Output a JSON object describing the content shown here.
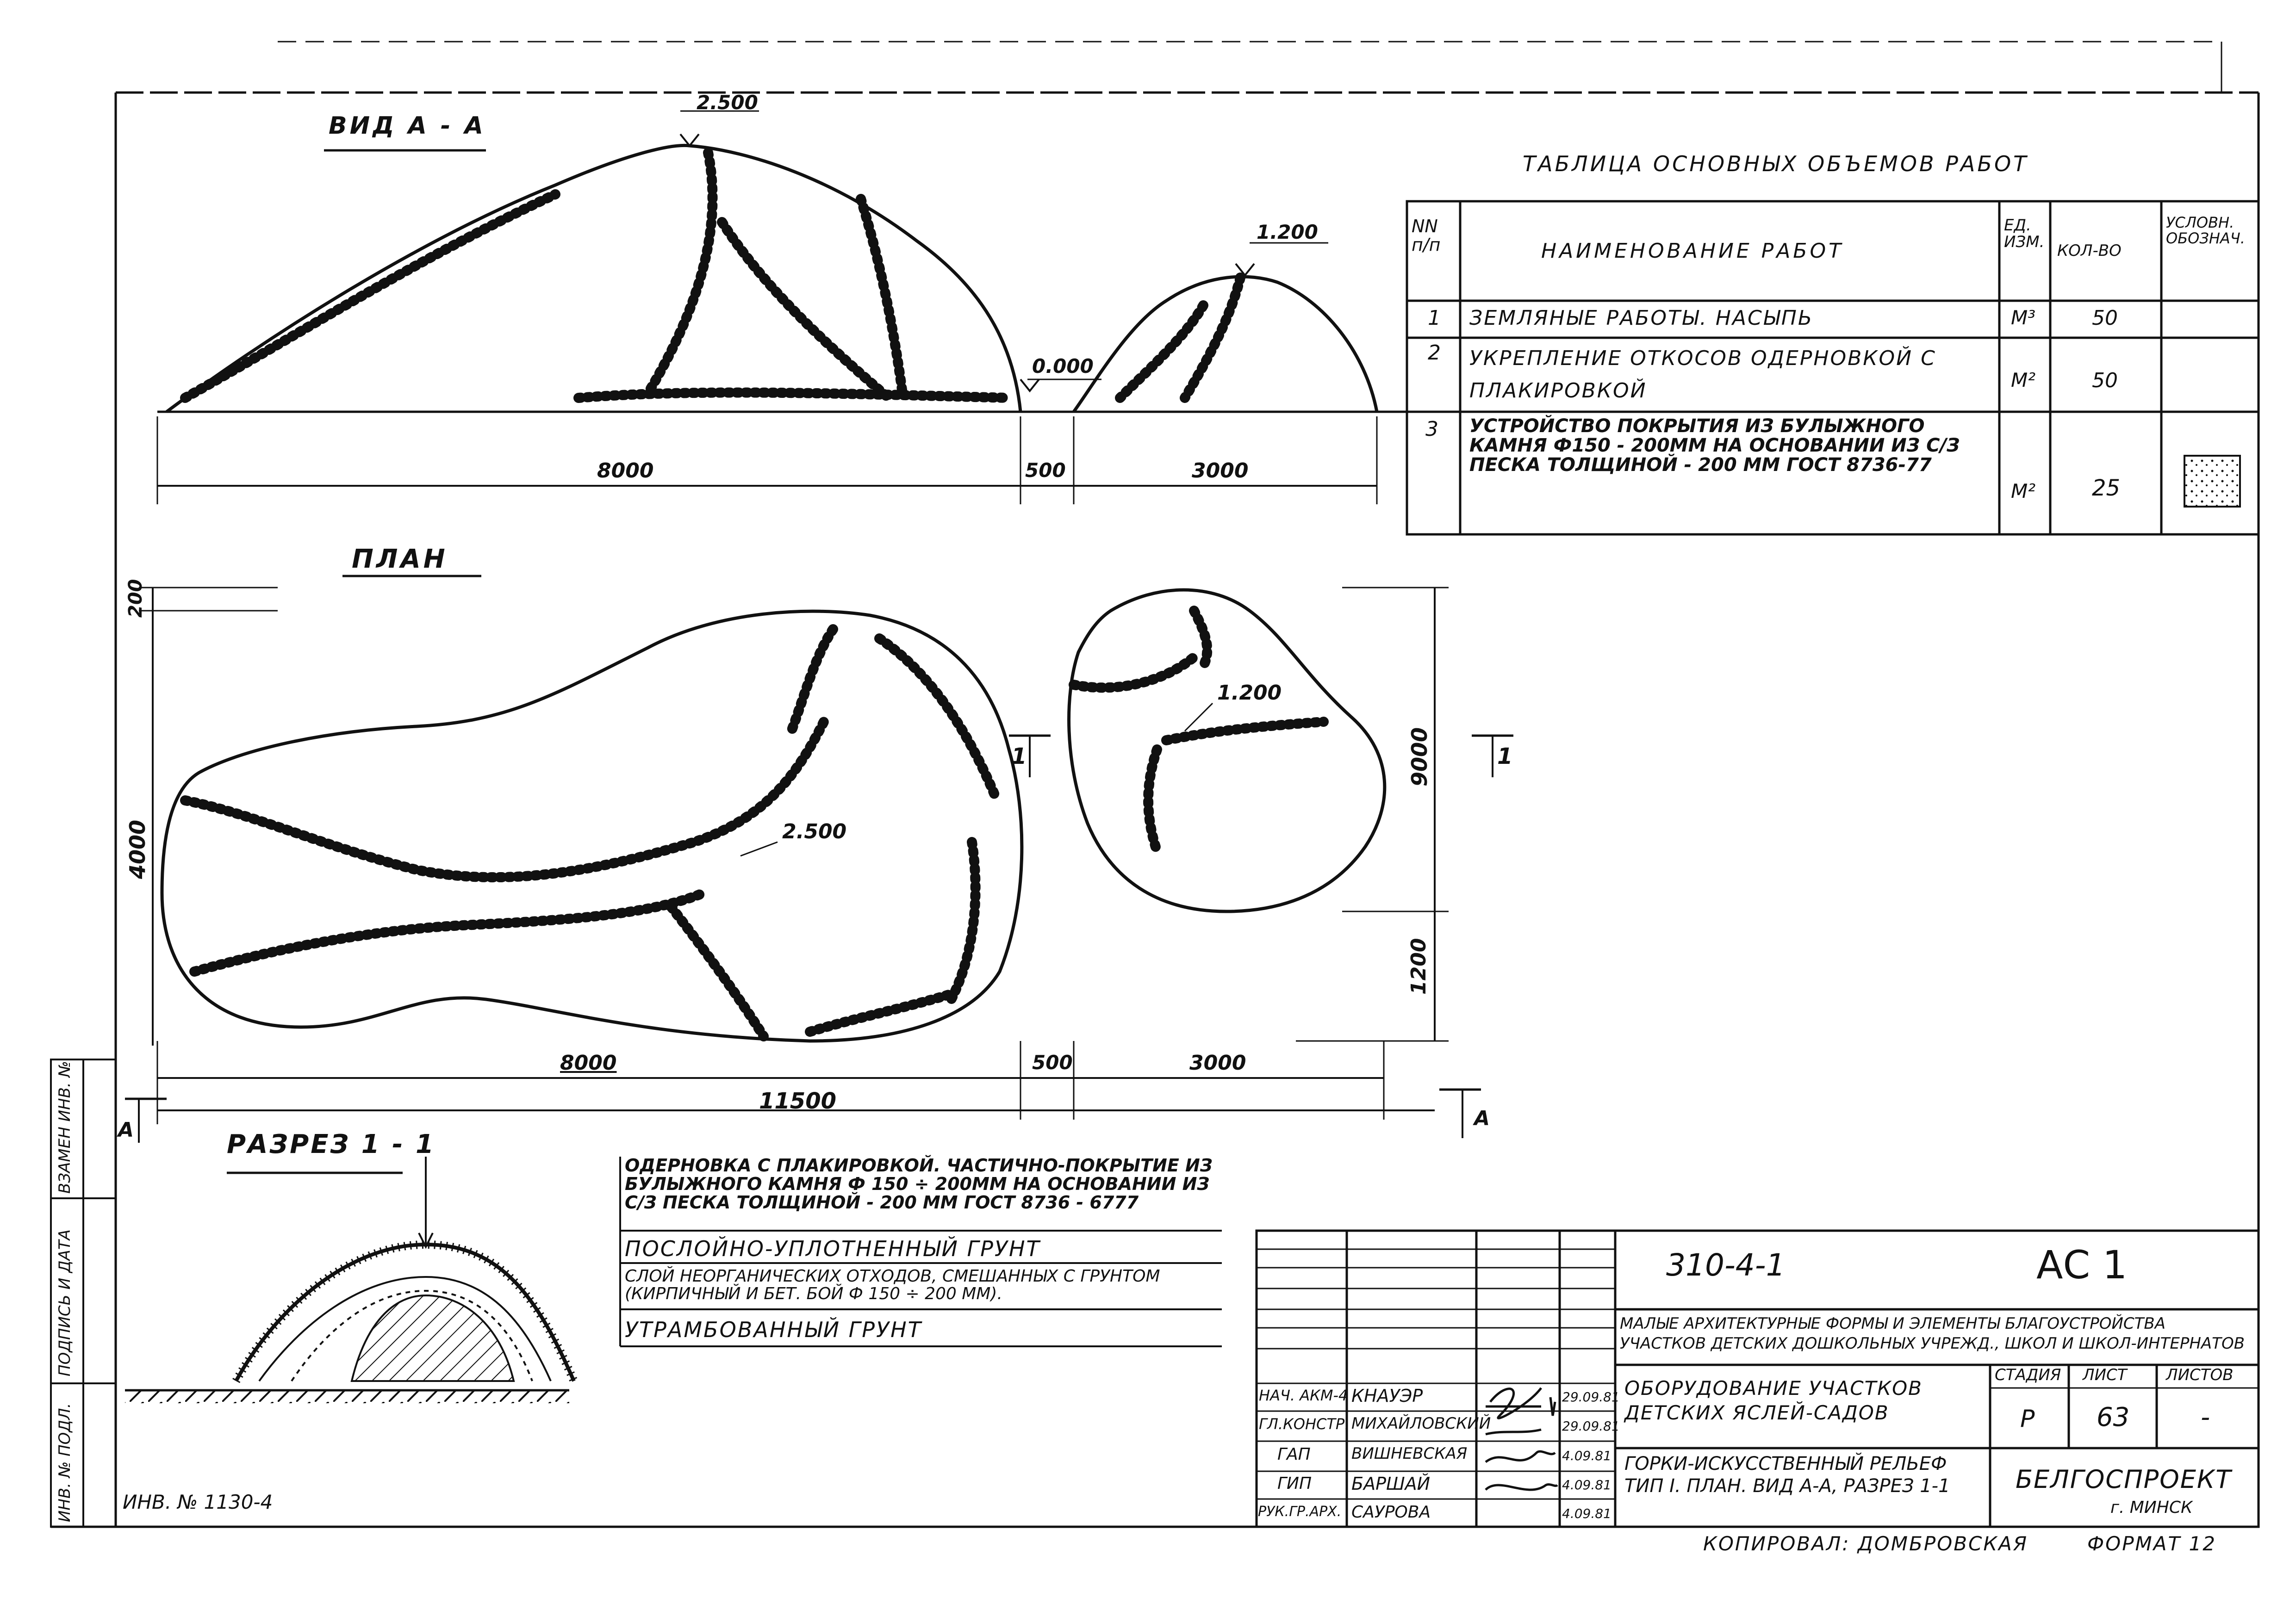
{
  "view_title": "ВИД А - А",
  "plan_title": "ПЛАН",
  "section_title": "РАЗРЕЗ 1 - 1",
  "view_dims": {
    "peak_big": "2.500",
    "peak_small": "1.200",
    "ground": "0.000",
    "len_big": "8000",
    "gap": "500",
    "len_small": "3000"
  },
  "plan_dims": {
    "offset_top": "200",
    "width_big": "4000",
    "peak_big": "2.500",
    "peak_small": "1.200",
    "width_small": "9000",
    "offset_small": "1200",
    "len_big": "8000",
    "gap": "500",
    "len_small": "3000",
    "total": "11500",
    "cut_1": "1",
    "cut_a": "А"
  },
  "volumes_table": {
    "title": "ТАБЛИЦА ОСНОВНЫХ ОБЪЕМОВ РАБОТ",
    "headers": [
      "NN п/п",
      "НАИМЕНОВАНИЕ РАБОТ",
      "ЕД. ИЗМ.",
      "КОЛ-ВО",
      "УСЛОВН. ОБОЗНАЧ."
    ],
    "rows": [
      {
        "num": "1",
        "name": "ЗЕМЛЯНЫЕ РАБОТЫ. НАСЫПЬ",
        "unit": "М³",
        "qty": "50"
      },
      {
        "num": "2",
        "name": "УКРЕПЛЕНИЕ ОТКОСОВ ОДЕРНОВКОЙ С ПЛАКИРОВКОЙ",
        "unit": "М²",
        "qty": "50"
      },
      {
        "num": "3",
        "name": "УСТРОЙСТВО ПОКРЫТИЯ ИЗ БУЛЫЖНОГО КАМНЯ Ф150 - 200ММ НА ОСНОВАНИИ ИЗ С/З ПЕСКА ТОЛЩИНОЙ - 200 ММ ГОСТ 8736-77",
        "unit": "М²",
        "qty": "25"
      }
    ]
  },
  "section_layers": [
    "ОДЕРНОВКА С ПЛАКИРОВКОЙ. ЧАСТИЧНО-ПОКРЫТИЕ ИЗ БУЛЫЖНОГО КАМНЯ Ф 150 ÷ 200ММ НА ОСНОВАНИИ ИЗ С/З ПЕСКА ТОЛЩИНОЙ - 200 ММ ГОСТ 8736 - 6777",
    "ПОСЛОЙНО-УПЛОТНЕННЫЙ ГРУНТ",
    "СЛОЙ НЕОРГАНИЧЕСКИХ ОТХОДОВ, СМЕШАННЫХ С ГРУНТОМ (КИРПИЧНЫЙ И БЕТ. БОЙ Ф 150 ÷ 200 ММ).",
    "УТРАМБОВАННЫЙ ГРУНТ"
  ],
  "title_block": {
    "doc_code": "310-4-1",
    "sheet_code": "АС 1",
    "project": "МАЛЫЕ АРХИТЕКТУРНЫЕ ФОРМЫ И ЭЛЕМЕНТЫ БЛАГОУСТРОЙСТВА УЧАСТКОВ ДЕТСКИХ ДОШКОЛЬНЫХ УЧРЕЖД., ШКОЛ И ШКОЛ-ИНТЕРНАТОВ",
    "object": "ОБОРУДОВАНИЕ УЧАСТКОВ ДЕТСКИХ ЯСЛЕЙ-САДОВ",
    "drawing": "ГОРКИ-ИСКУССТВЕННЫЙ РЕЛЬЕФ ТИП I. ПЛАН. ВИД А-А, РАЗРЕЗ 1-1",
    "stage_label": "СТАДИЯ",
    "sheet_label": "ЛИСТ",
    "sheets_label": "ЛИСТОВ",
    "stage": "Р",
    "sheet": "63",
    "sheets": "-",
    "org": "БЕЛГОСПРОЕКТ",
    "city": "г. МИНСК",
    "signers": [
      {
        "role": "НАЧ. АКМ-4",
        "name": "КНАУЭР",
        "date": "29.09.81"
      },
      {
        "role": "ГЛ.КОНСТР.",
        "name": "МИХАЙЛОВСКИЙ",
        "date": "29.09.81"
      },
      {
        "role": "ГАП",
        "name": "ВИШНЕВСКАЯ",
        "date": "4.09.81"
      },
      {
        "role": "ГИП",
        "name": "БАРШАЙ",
        "date": "4.09.81"
      },
      {
        "role": "РУК.ГР.АРХ.",
        "name": "САУРОВА",
        "date": "4.09.81"
      }
    ]
  },
  "side_stamp": {
    "inv_label": "ИНВ. № ПОДЛ.",
    "sign_label": "ПОДПИСЬ И ДАТА",
    "replace_label": "ВЗАМЕН ИНВ. №"
  },
  "inventory": "ИНВ. № 1130-4",
  "copied_by": "КОПИРОВАЛ: ДОМБРОВСКАЯ",
  "format": "ФОРМАТ 12"
}
